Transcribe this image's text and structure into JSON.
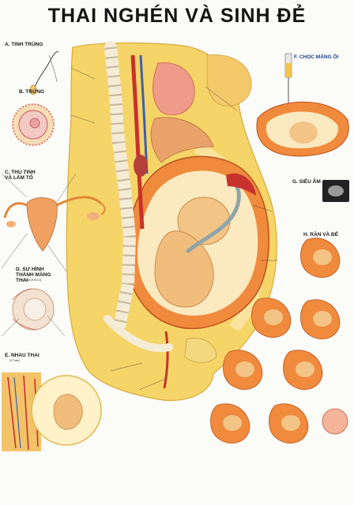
{
  "title": "THAI NGHÉN VÀ SINH ĐẺ",
  "sections": {
    "a": "A. TINH TRÙNG",
    "b": "B. TRỨNG",
    "c": "C. THỤ TINH VÀ LÀM TỔ",
    "d": "D. SỰ HÌNH THÀNH MÀNG THAI",
    "e": "E. NHAU THAI",
    "f": "F. CHỌC MÀNG ỐI",
    "g": "G. SIÊU ÂM",
    "h": "H. RẶN VÀ ĐẺ"
  },
  "subcaps": {
    "d": "(Tuần lễ thứ 3)",
    "e": "(3 Tuần)"
  },
  "colors": {
    "skin": "#f6d568",
    "uterus": "#f08a3c",
    "blood": "#c8322c",
    "fetus": "#f2c486",
    "spine": "#f4ecd6",
    "cord": "#8fa4a8"
  }
}
